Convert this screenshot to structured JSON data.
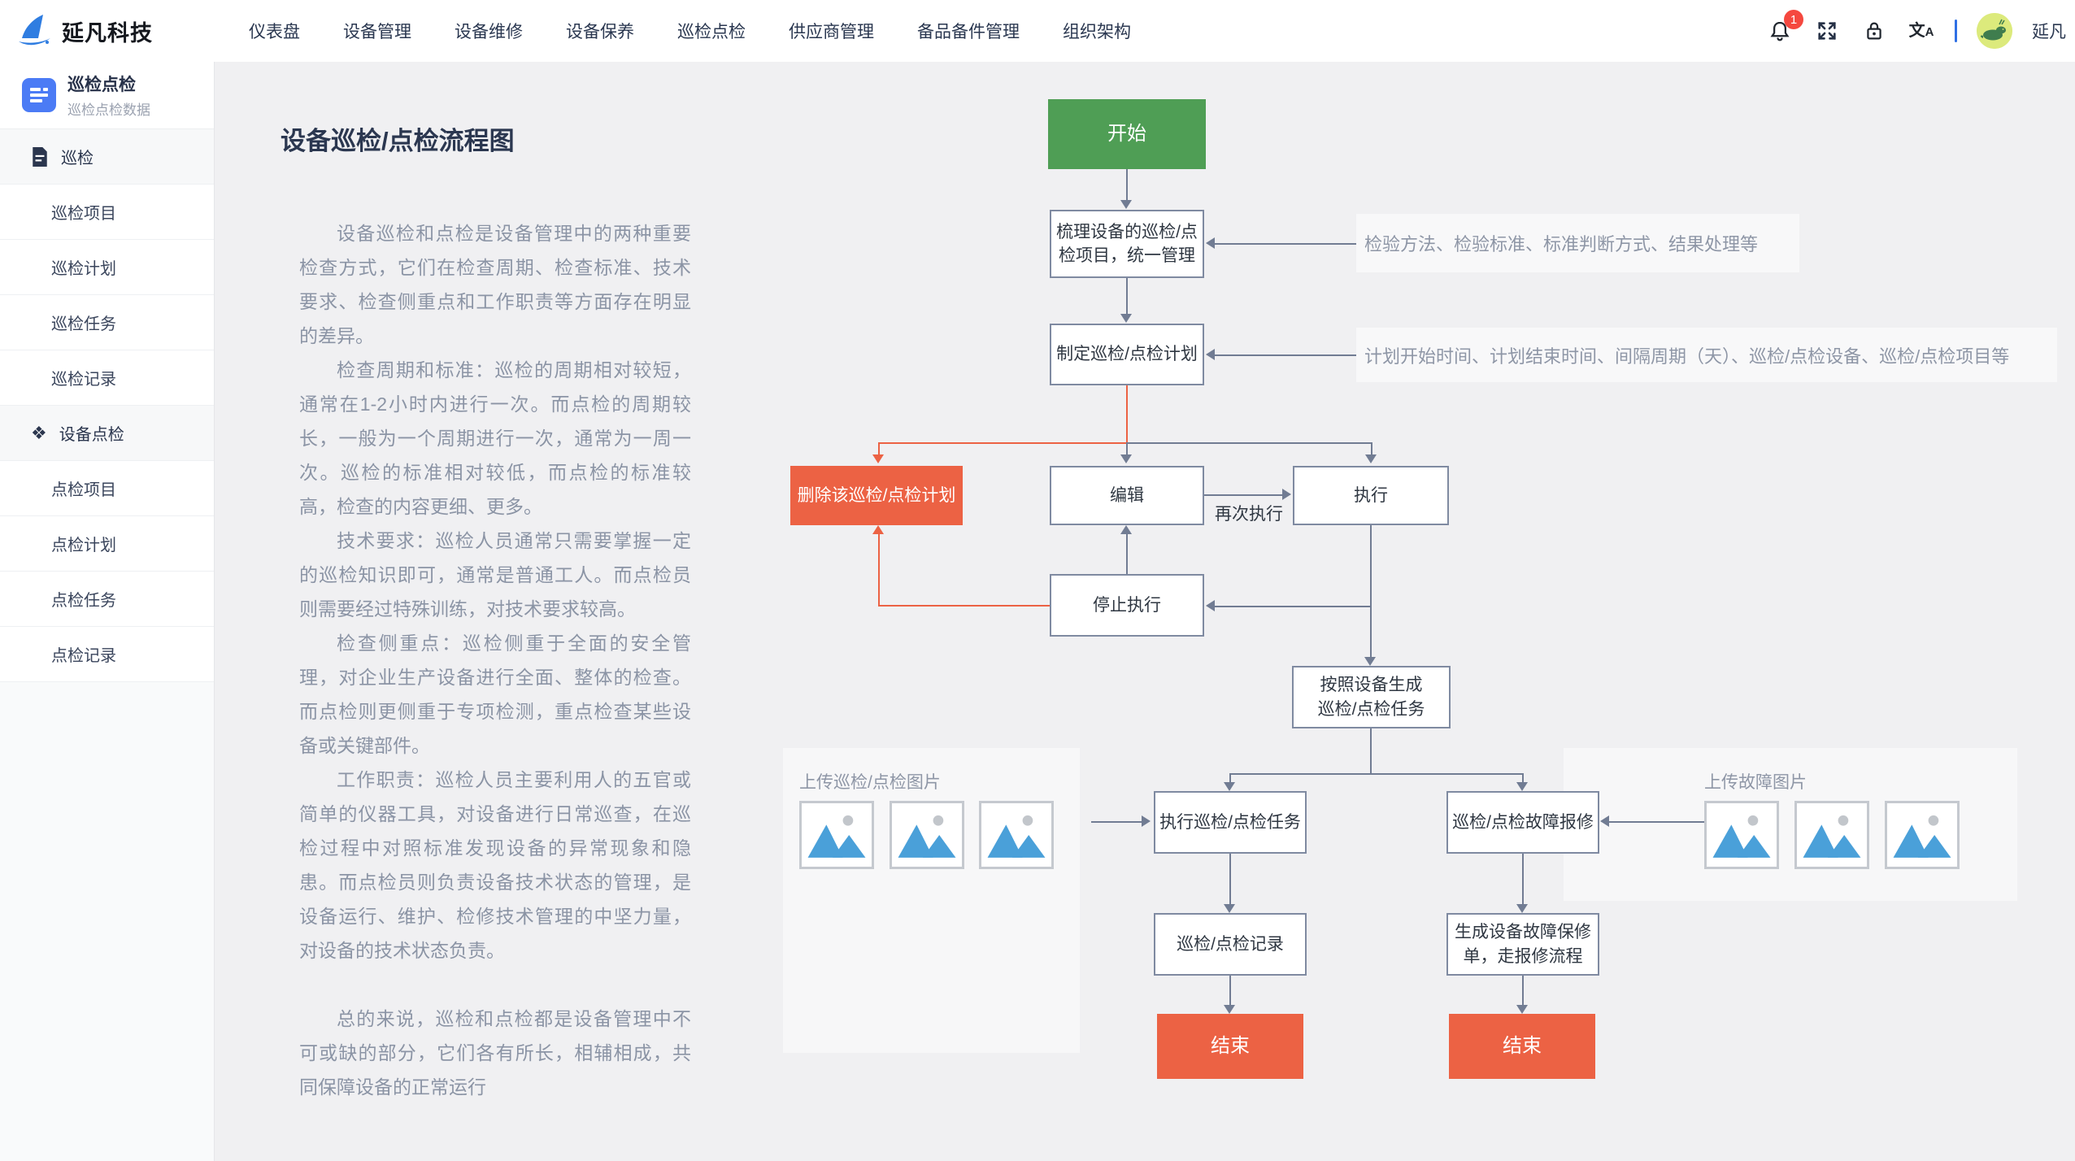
{
  "topbar": {
    "logo_text": "延凡科技",
    "nav": [
      "仪表盘",
      "设备管理",
      "设备维修",
      "设备保养",
      "巡检点检",
      "供应商管理",
      "备品备件管理",
      "组织架构"
    ],
    "badge_count": "1",
    "user_name": "延凡"
  },
  "sidebar": {
    "title": "巡检点检",
    "subtitle": "巡检点检数据",
    "items": [
      {
        "label": "巡检",
        "type": "parent"
      },
      {
        "label": "巡检项目",
        "type": "child"
      },
      {
        "label": "巡检计划",
        "type": "child"
      },
      {
        "label": "巡检任务",
        "type": "child"
      },
      {
        "label": "巡检记录",
        "type": "child"
      },
      {
        "label": "设备点检",
        "type": "parent"
      },
      {
        "label": "点检项目",
        "type": "child"
      },
      {
        "label": "点检计划",
        "type": "child"
      },
      {
        "label": "点检任务",
        "type": "child"
      },
      {
        "label": "点检记录",
        "type": "child"
      }
    ]
  },
  "main": {
    "title": "设备巡检/点检流程图",
    "paragraphs": [
      "设备巡检和点检是设备管理中的两种重要检查方式，它们在检查周期、检查标准、技术要求、检查侧重点和工作职责等方面存在明显的差异。",
      "检查周期和标准：巡检的周期相对较短，通常在1-2小时内进行一次。而点检的周期较长，一般为一个周期进行一次，通常为一周一次。巡检的标准相对较低，而点检的标准较高，检查的内容更细、更多。",
      "技术要求：巡检人员通常只需要掌握一定的巡检知识即可，通常是普通工人。而点检员则需要经过特殊训练，对技术要求较高。",
      "检查侧重点：巡检侧重于全面的安全管理，对企业生产设备进行全面、整体的检查。而点检则更侧重于专项检测，重点检查某些设备或关键部件。",
      "工作职责：巡检人员主要利用人的五官或简单的仪器工具，对设备进行日常巡查，在巡检过程中对照标准发现设备的异常现象和隐患。而点检员则负责设备技术状态的管理，是设备运行、维护、检修技术管理的中坚力量，对设备的技术状态负责。",
      "总的来说，巡检和点检都是设备管理中不可或缺的部分，它们各有所长，相辅相成，共同保障设备的正常运行"
    ]
  },
  "flowchart": {
    "nodes": {
      "start": "开始",
      "organize": "梳理设备的巡检/点\n检项目，统一管理",
      "plan": "制定巡检/点检计划",
      "delete": "删除该巡检/点检计划",
      "edit": "编辑",
      "execute": "执行",
      "stop": "停止执行",
      "generate": "按照设备生成\n巡检/点检任务",
      "execute_task": "执行巡检/点检任务",
      "fault_report": "巡检/点检故障报修",
      "record": "巡检/点检记录",
      "repair_order": "生成设备故障保修\n单，走报修流程",
      "end_left": "结束",
      "end_right": "结束"
    },
    "edge_labels": {
      "again": "再次执行"
    },
    "annotations": {
      "a1": "检验方法、检验标准、标准判断方式、结果处理等",
      "a2": "计划开始时间、计划结束时间、间隔周期（天）、巡检/点检设备、巡检/点检项目等"
    },
    "uploads": {
      "left_label": "上传巡检/点检图片",
      "right_label": "上传故障图片"
    }
  },
  "colors": {
    "start_green": "#4f9e55",
    "end_orange": "#ec6244",
    "sidebar_blue": "#4b7bf5",
    "badge_red": "#f5483f",
    "arrow_gray": "#717c93",
    "image_blue": "#4aa0d9"
  }
}
